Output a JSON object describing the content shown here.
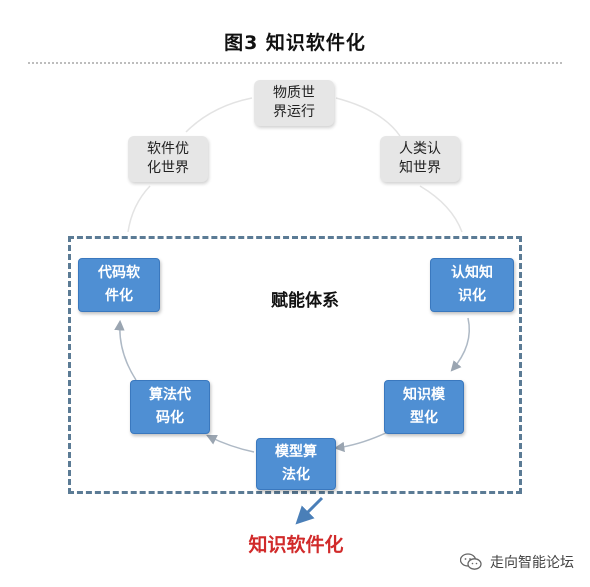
{
  "title": "图3  知识软件化",
  "diagram": {
    "outer_cycle": [
      {
        "id": "physical",
        "label": "物质世\n界运行"
      },
      {
        "id": "human",
        "label": "人类认\n知世界"
      },
      {
        "id": "software_opt",
        "label": "软件优\n化世界"
      }
    ],
    "enabling_system": {
      "label": "赋能体系",
      "steps": [
        {
          "id": "cognize",
          "label": "认知知\n识化"
        },
        {
          "id": "model",
          "label": "知识模\n型化"
        },
        {
          "id": "algo",
          "label": "模型算\n法化"
        },
        {
          "id": "code",
          "label": "算法代\n码化"
        },
        {
          "id": "software",
          "label": "代码软\n件化"
        }
      ]
    },
    "result_label": "知识软件化"
  },
  "watermark": {
    "text": "走向智能论坛",
    "icon": "wechat-icon"
  },
  "colors": {
    "step_fill": "#4f8fd3",
    "outer_fill": "#e6e6e6",
    "frame_border": "#5b7b95",
    "result_text": "#d12a2a"
  }
}
